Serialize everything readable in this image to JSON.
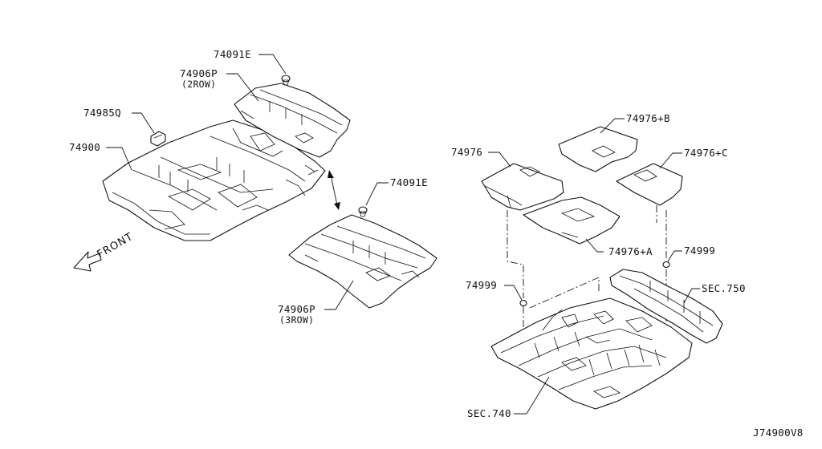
{
  "labels": {
    "p74091e_top": "74091E",
    "p74906p_2row": "74906P",
    "p74906p_2row_sub": "(2ROW)",
    "p74985q": "74985Q",
    "p74900": "74900",
    "p74091e_mid": "74091E",
    "p74906p_3row": "74906P",
    "p74906p_3row_sub": "(3ROW)",
    "p74976": "74976",
    "p74976_b": "74976+B",
    "p74976_c": "74976+C",
    "p74976_a": "74976+A",
    "p74999_right": "74999",
    "p74999_left": "74999",
    "sec750": "SEC.750",
    "sec740": "SEC.740",
    "front": "FRONT",
    "diagram_code": "J74900V8"
  },
  "icons": {
    "front_arrow": "arrow-down-left-icon",
    "double_arrow": "double-arrow-icon",
    "clip": "clip-icon"
  }
}
